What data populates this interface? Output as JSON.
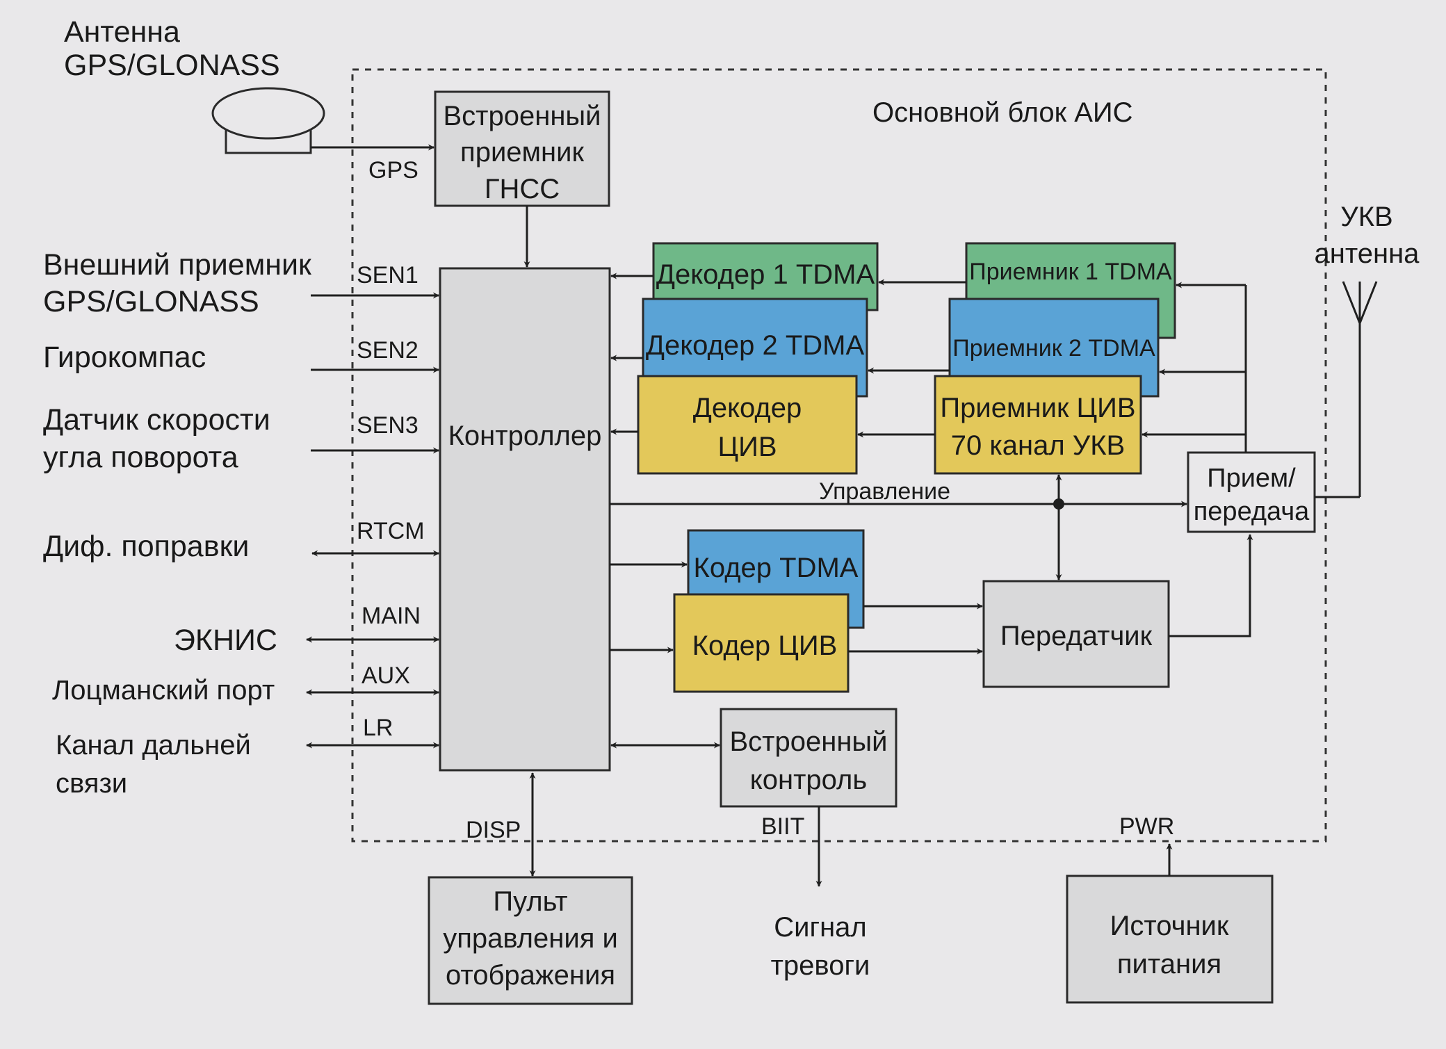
{
  "antenna_gnss": {
    "line1": "Антенна",
    "line2": "GPS/GLONASS"
  },
  "main_unit_title": "Основной блок АИС",
  "vhf_antenna": {
    "line1": "УКВ",
    "line2": "антенна"
  },
  "blocks": {
    "gnss_receiver": [
      "Встроенный",
      "приемник",
      "ГНСС"
    ],
    "controller": "Контроллер",
    "decoder1": "Декодер 1 TDMA",
    "decoder2": "Декодер 2 TDMA",
    "decoder_dsc": [
      "Декодер",
      "ЦИВ"
    ],
    "receiver1": "Приемник 1 TDMA",
    "receiver2": "Приемник 2 TDMA",
    "receiver_dsc": [
      "Приемник ЦИВ",
      "70 канал УКВ"
    ],
    "rx_tx": [
      "Прием/",
      "передача"
    ],
    "coder_tdma": "Кодер TDMA",
    "coder_dsc": "Кодер ЦИВ",
    "transmitter": "Передатчик",
    "bit": [
      "Встроенный",
      "контроль"
    ],
    "display_panel": [
      "Пульт",
      "управления и",
      "отображения"
    ],
    "power_source": [
      "Источник",
      "питания"
    ]
  },
  "alarm_signal": [
    "Сигнал",
    "тревоги"
  ],
  "control_line": "Управление",
  "ports": {
    "gps": "GPS",
    "sen1": "SEN1",
    "sen2": "SEN2",
    "sen3": "SEN3",
    "rtcm": "RTCM",
    "main": "MAIN",
    "aux": "AUX",
    "lr": "LR",
    "disp": "DISP",
    "biit": "BIIT",
    "pwr": "PWR"
  },
  "inputs": {
    "ext_receiver": [
      "Внешний приемник",
      "GPS/GLONASS"
    ],
    "gyro": "Гирокомпас",
    "rot_sensor": [
      "Датчик скорости",
      "угла поворота"
    ],
    "diff": "Диф. поправки",
    "ecdis": "ЭКНИС",
    "pilot": "Лоцманский порт",
    "long_range": [
      "Канал дальней",
      "связи"
    ]
  },
  "colors": {
    "gray": "#d9d9da",
    "green": "#6fb888",
    "blue": "#5aa3d6",
    "yellow": "#e3c85a"
  }
}
